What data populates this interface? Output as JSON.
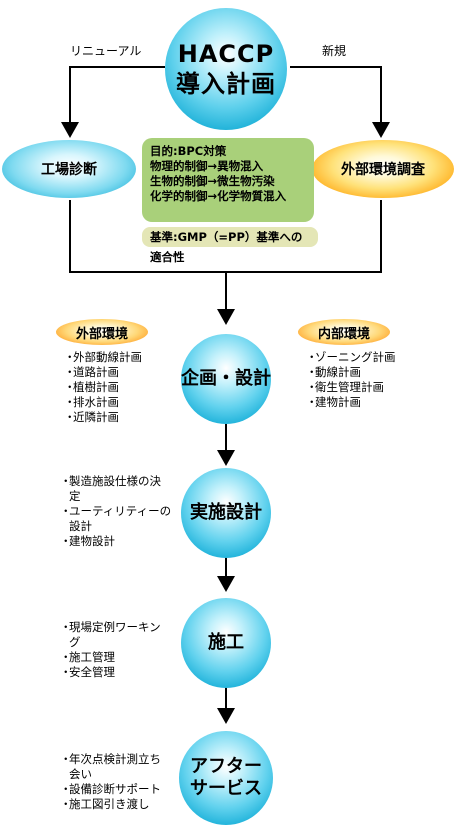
{
  "title": [
    "HACCP",
    "導入計画"
  ],
  "branch_left_label": "リニューアル",
  "branch_right_label": "新規",
  "left_node": "工場診断",
  "right_node": "外部環境調査",
  "objectives": {
    "lines": [
      "目的:BPC対策",
      "物理的制御→異物混入",
      "生物的制御→微生物汚染",
      "化学的制御→化学物質混入"
    ],
    "standard": "基準:GMP（=PP）基準への適合性"
  },
  "tags": {
    "external": "外部環境",
    "internal": "内部環境"
  },
  "external_items": [
    "外部動線計画",
    "道路計画",
    "植樹計画",
    "排水計画",
    "近隣計画"
  ],
  "internal_items": [
    "ゾーニング計画",
    "動線計画",
    "衛生管理計画",
    "建物計画"
  ],
  "steps": [
    {
      "label": [
        "企画・設計"
      ],
      "items": []
    },
    {
      "label": [
        "実施設計"
      ],
      "items": [
        "製造施設仕様の決定",
        "ユーティリティーの設計",
        "建物設計"
      ]
    },
    {
      "label": [
        "施工"
      ],
      "items": [
        "現場定例ワーキング",
        "施工管理",
        "安全管理"
      ]
    },
    {
      "label": [
        "アフター",
        "サービス"
      ],
      "items": [
        "年次点検計測立ち会い",
        "設備診断サポート",
        "施工図引き渡し"
      ]
    }
  ],
  "colors": {
    "circle": "#17aed6",
    "orange": "#ff8a00",
    "green_box": "#a9d07a",
    "cream_box": "#e4e6b6"
  }
}
